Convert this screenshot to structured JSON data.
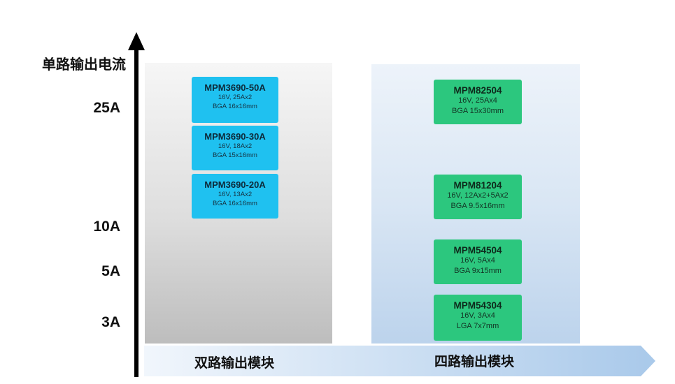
{
  "axis": {
    "title": "单路输出电流",
    "ticks": [
      "25A",
      "10A",
      "5A",
      "3A"
    ]
  },
  "groups": {
    "dual": "双路输出模块",
    "quad": "四路输出模块"
  },
  "dual_modules": [
    {
      "name": "MPM3690-50A",
      "spec": "16V, 25Ax2",
      "package": "BGA 16x16mm"
    },
    {
      "name": "MPM3690-30A",
      "spec": "16V, 18Ax2",
      "package": "BGA 15x16mm"
    },
    {
      "name": "MPM3690-20A",
      "spec": "16V, 13Ax2",
      "package": "BGA 16x16mm"
    }
  ],
  "quad_modules": [
    {
      "name": "MPM82504",
      "spec": "16V, 25Ax4",
      "package": "BGA 15x30mm"
    },
    {
      "name": "MPM81204",
      "spec": "16V, 12Ax2+5Ax2",
      "package": "BGA 9.5x16mm"
    },
    {
      "name": "MPM54504",
      "spec": "16V, 5Ax4",
      "package": "BGA 9x15mm"
    },
    {
      "name": "MPM54304",
      "spec": "16V, 3Ax4",
      "package": "LGA 7x7mm"
    }
  ],
  "colors": {
    "dual_chip": "#1fc1f0",
    "quad_chip": "#2cc77e",
    "bottom_arrow_start": "#f1f6fc",
    "bottom_arrow_end": "#a9c9ea"
  }
}
